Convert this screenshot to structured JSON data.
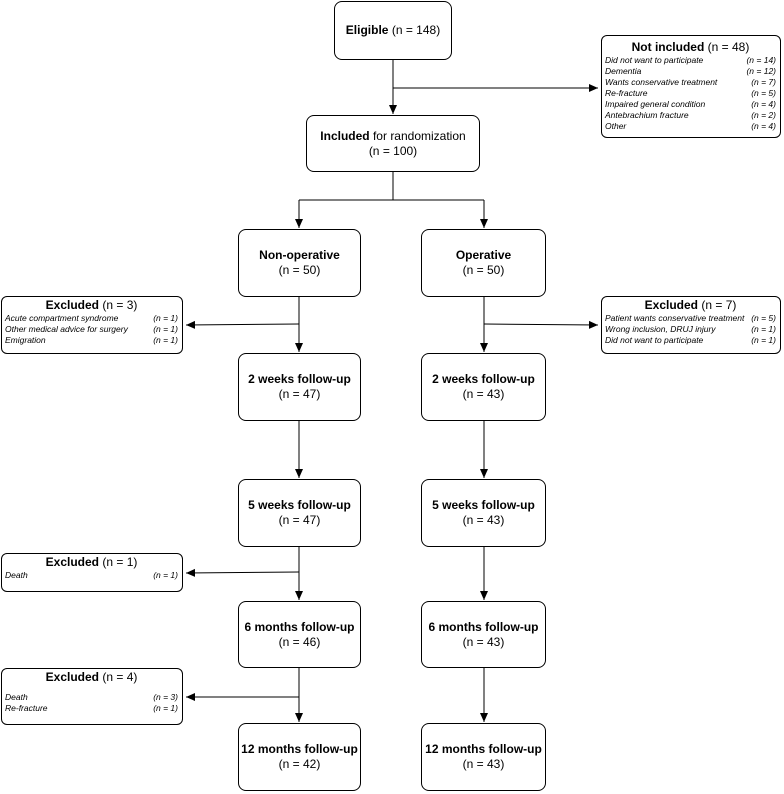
{
  "eligible": {
    "title": "Eligible",
    "count": "(n = 148)"
  },
  "not_included": {
    "title": "Not included",
    "count": "(n = 48)",
    "reasons": [
      {
        "label": "Did not want to participate",
        "count": "(n = 14)"
      },
      {
        "label": "Dementia",
        "count": "(n = 12)"
      },
      {
        "label": "Wants conservative treatment",
        "count": "(n = 7)"
      },
      {
        "label": "Re-fracture",
        "count": "(n = 5)"
      },
      {
        "label": "Impaired general condition",
        "count": "(n = 4)"
      },
      {
        "label": "Antebrachium fracture",
        "count": "(n = 2)"
      },
      {
        "label": "Other",
        "count": "(n = 4)"
      }
    ]
  },
  "included": {
    "title": "Included",
    "suffix": " for randomization",
    "count": "(n = 100)"
  },
  "non_operative": {
    "title": "Non-operative",
    "count": "(n = 50)",
    "w2": {
      "title": "2 weeks follow-up",
      "count": "(n = 47)"
    },
    "w5": {
      "title": "5 weeks follow-up",
      "count": "(n = 47)"
    },
    "m6": {
      "title": "6 months follow-up",
      "count": "(n = 46)"
    },
    "m12": {
      "title": "12 months follow-up",
      "count": "(n = 42)"
    },
    "excluded_1": {
      "title": "Excluded",
      "count": "(n = 3)",
      "reasons": [
        {
          "label": "Acute compartment syndrome",
          "count": "(n = 1)"
        },
        {
          "label": "Other medical advice for surgery",
          "count": "(n = 1)"
        },
        {
          "label": "Emigration",
          "count": "(n = 1)"
        }
      ]
    },
    "excluded_2": {
      "title": "Excluded",
      "count": "(n = 1)",
      "reasons": [
        {
          "label": "Death",
          "count": "(n = 1)"
        }
      ]
    },
    "excluded_3": {
      "title": "Excluded",
      "count": "(n = 4)",
      "reasons": [
        {
          "label": "Death",
          "count": "(n = 3)"
        },
        {
          "label": "Re-fracture",
          "count": "(n = 1)"
        }
      ]
    }
  },
  "operative": {
    "title": "Operative",
    "count": "(n = 50)",
    "w2": {
      "title": "2 weeks follow-up",
      "count": "(n = 43)"
    },
    "w5": {
      "title": "5 weeks follow-up",
      "count": "(n = 43)"
    },
    "m6": {
      "title": "6 months follow-up",
      "count": "(n = 43)"
    },
    "m12": {
      "title": "12 months follow-up",
      "count": "(n = 43)"
    },
    "excluded_1": {
      "title": "Excluded",
      "count": "(n = 7)",
      "reasons": [
        {
          "label": "Patient wants conservative treatment",
          "count": "(n = 5)"
        },
        {
          "label": "Wrong inclusion, DRUJ injury",
          "count": "(n = 1)"
        },
        {
          "label": "Did not want to participate",
          "count": "(n = 1)"
        }
      ]
    }
  }
}
